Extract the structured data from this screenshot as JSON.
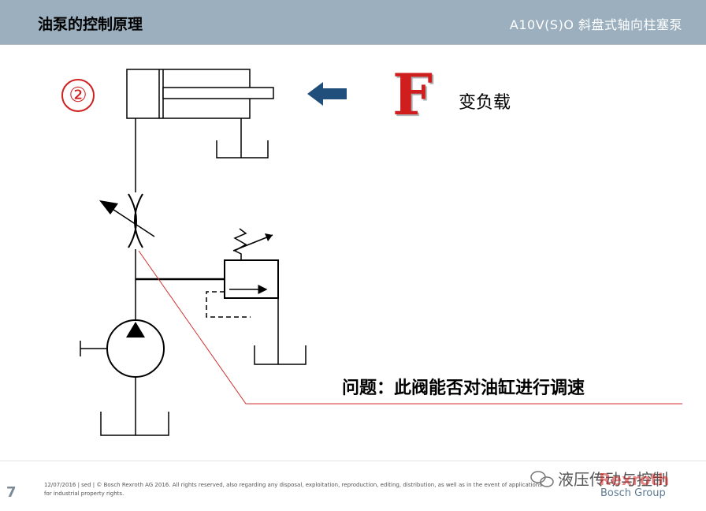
{
  "header": {
    "title": "油泵的控制原理",
    "product": "A10V(S)O  斜盘式轴向柱塞泵"
  },
  "diagram": {
    "step_number": "②",
    "force_symbol": "F",
    "load_label": "变负载",
    "question": "问题：此阀能否对油缸进行调速"
  },
  "footer": {
    "page_number": "7",
    "legal_text": "12/07/2016 | sed | © Bosch Rexroth AG 2016. All rights reserved, also regarding any disposal, exploitation, reproduction, editing, distribution, as well as in the event of applications for industrial property rights.",
    "watermark": "液压传动与控制",
    "brand": "Rexroth",
    "group": "Bosch Group"
  },
  "colors": {
    "header_bg": "#9bafbe",
    "accent_red": "#d01d1d",
    "arrow_blue": "#1f4f7a"
  }
}
